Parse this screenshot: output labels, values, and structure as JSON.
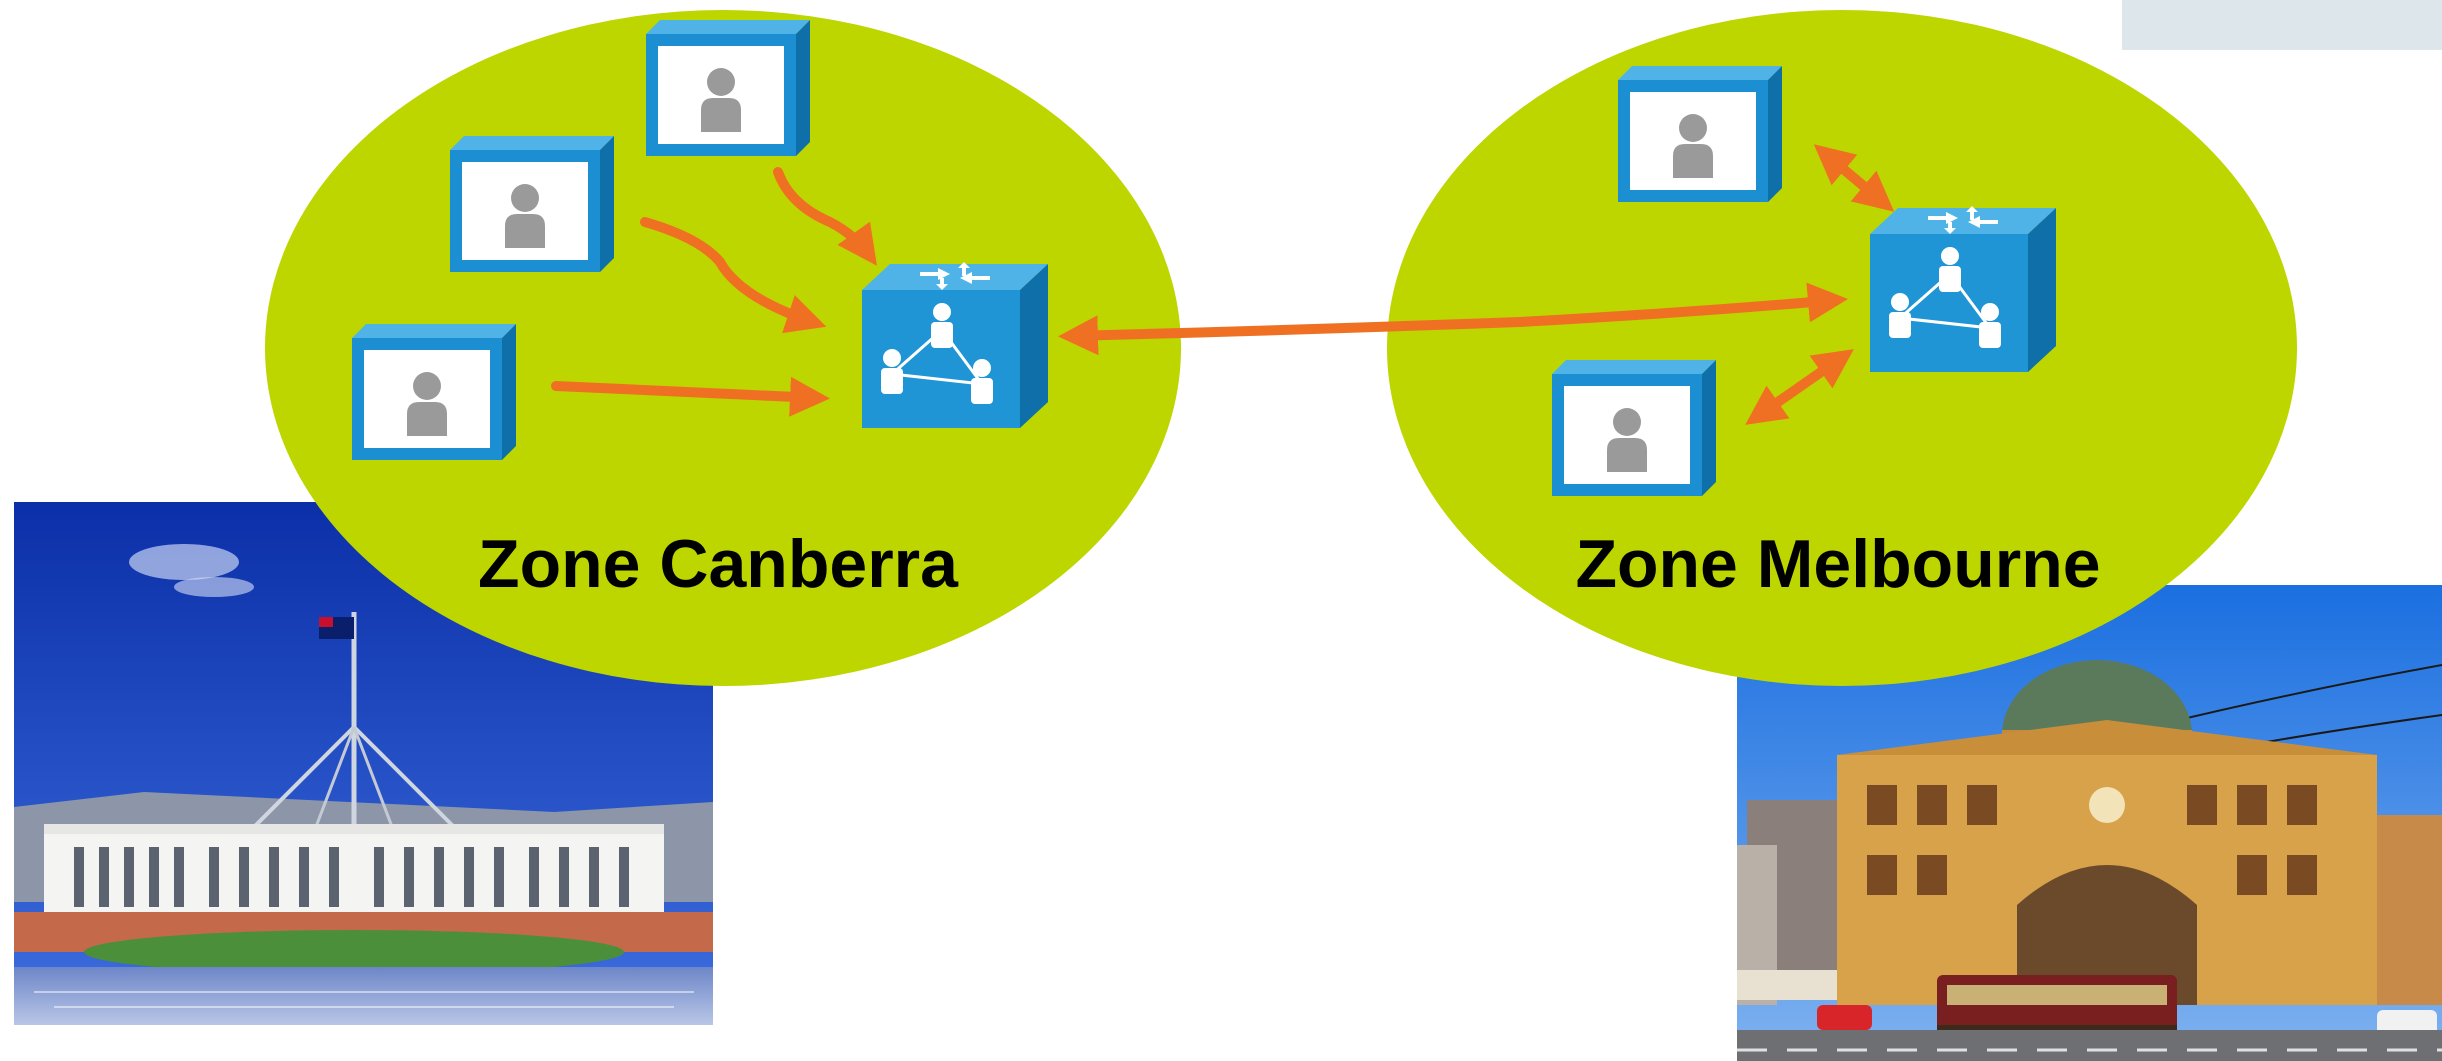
{
  "zones": {
    "canberra": {
      "label": "Zone Canberra"
    },
    "melbourne": {
      "label": "Zone Melbourne"
    }
  },
  "colors": {
    "zone_fill": "#bdd600",
    "arrow": "#f07023",
    "endpoint_face": "#1b8fd2",
    "endpoint_side": "#0f6fa8",
    "endpoint_top": "#4fb3e8",
    "gatekeeper_face": "#1f95d6",
    "person": "#9a9a9a"
  },
  "icons": {
    "endpoint": "video-endpoint-icon",
    "gatekeeper": "gatekeeper-router-icon",
    "canberra_photo": "parliament-house-canberra-photo",
    "melbourne_photo": "flinders-street-station-melbourne-photo"
  }
}
